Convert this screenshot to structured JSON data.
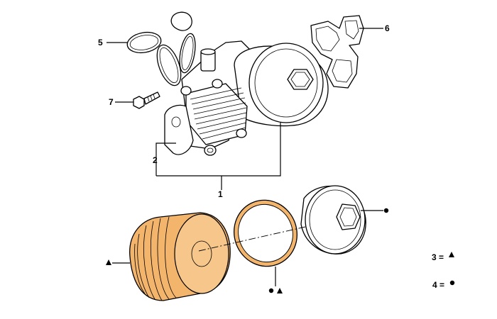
{
  "callouts": {
    "c1": "1",
    "c2": "2",
    "c5": "5",
    "c6": "6",
    "c7": "7"
  },
  "legend": {
    "row3_label": "3 =",
    "row4_label": "4 ="
  },
  "colors": {
    "filter_element": "#f3b46c",
    "line": "#000000"
  },
  "symbols": {
    "triangle": "triangle-marker",
    "dot": "dot-marker"
  }
}
